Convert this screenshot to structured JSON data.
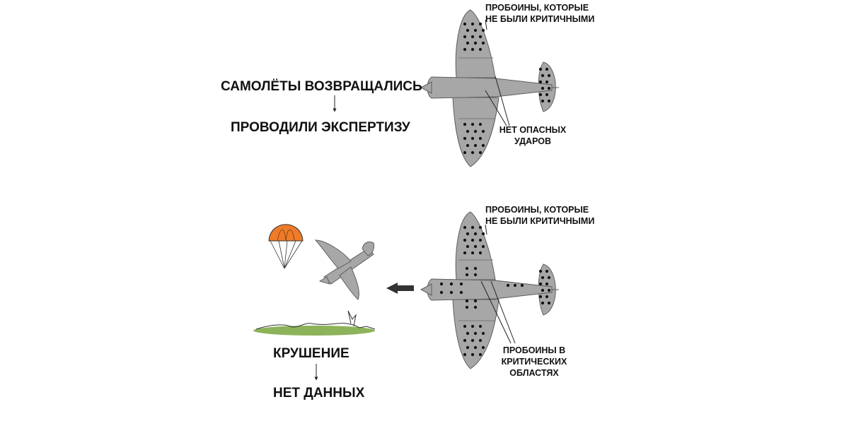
{
  "top": {
    "returned_label": "САМОЛЁТЫ ВОЗВРАЩАЛИСЬ",
    "expertise_label": "ПРОВОДИЛИ ЭКСПЕРТИЗУ",
    "noncritical_label_line1": "ПРОБОИНЫ, КОТОРЫЕ",
    "noncritical_label_line2": "НЕ БЫЛИ КРИТИЧНЫМИ",
    "safe_label_line1": "НЕТ ОПАСНЫХ",
    "safe_label_line2": "УДАРОВ"
  },
  "bottom": {
    "crash_label": "КРУШЕНИЕ",
    "nodata_label": "НЕТ ДАННЫХ",
    "noncritical_label_line1": "ПРОБОИНЫ, КОТОРЫЕ",
    "noncritical_label_line2": "НЕ БЫЛИ КРИТИЧНЫМИ",
    "critical_label_line1": "ПРОБОИНЫ В",
    "critical_label_line2": "КРИТИЧЕСКИХ",
    "critical_label_line3": "ОБЛАСТЯХ"
  },
  "colors": {
    "plane_fill": "#a7a7a7",
    "plane_stroke": "#5e5e5e",
    "hole": "#111111",
    "parachute": "#ee7b2a",
    "ground": "#8db35a",
    "arrow": "#333333"
  },
  "icons": [
    "plane-icon",
    "parachute-icon",
    "crashing-plane-icon",
    "ground-icon",
    "arrow-left-icon"
  ]
}
